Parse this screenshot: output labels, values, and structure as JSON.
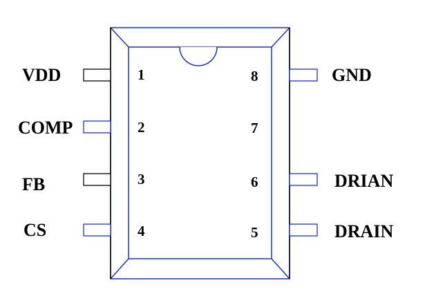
{
  "colors": {
    "outline": "#000000",
    "blue": "#1a2fd6",
    "background": "#ffffff"
  },
  "pins": {
    "p1": {
      "number": "1",
      "label": "VDD"
    },
    "p2": {
      "number": "2",
      "label": "COMP"
    },
    "p3": {
      "number": "3",
      "label": "FB"
    },
    "p4": {
      "number": "4",
      "label": "CS"
    },
    "p5": {
      "number": "5",
      "label": "DRAIN"
    },
    "p6": {
      "number": "6",
      "label": "DRIAN"
    },
    "p7": {
      "number": "7",
      "label": ""
    },
    "p8": {
      "number": "8",
      "label": "GND"
    }
  }
}
